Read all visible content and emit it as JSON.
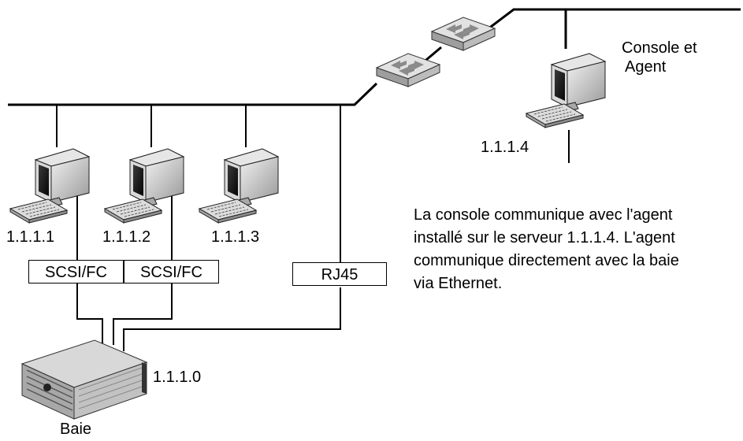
{
  "hosts": [
    {
      "ip": "1.1.1.1",
      "link": "SCSI/FC"
    },
    {
      "ip": "1.1.1.2",
      "link": "SCSI/FC"
    },
    {
      "ip": "1.1.1.3"
    }
  ],
  "management_link": "RJ45",
  "console": {
    "title_line1": "Console et",
    "title_line2": "Agent",
    "ip": "1.1.1.4"
  },
  "array": {
    "name": "Baie",
    "ip": "1.1.1.0"
  },
  "description": [
    "La console communique avec l'agent",
    "installé sur le serveur 1.1.1.4. L'agent",
    "communique directement avec la baie",
    "via Ethernet."
  ],
  "icons": [
    "computer-icon",
    "network-switch-icon",
    "storage-array-icon"
  ],
  "colors": {
    "line": "#000000",
    "monitor_dark": "#111111",
    "chassis": "#c9c9c9"
  }
}
